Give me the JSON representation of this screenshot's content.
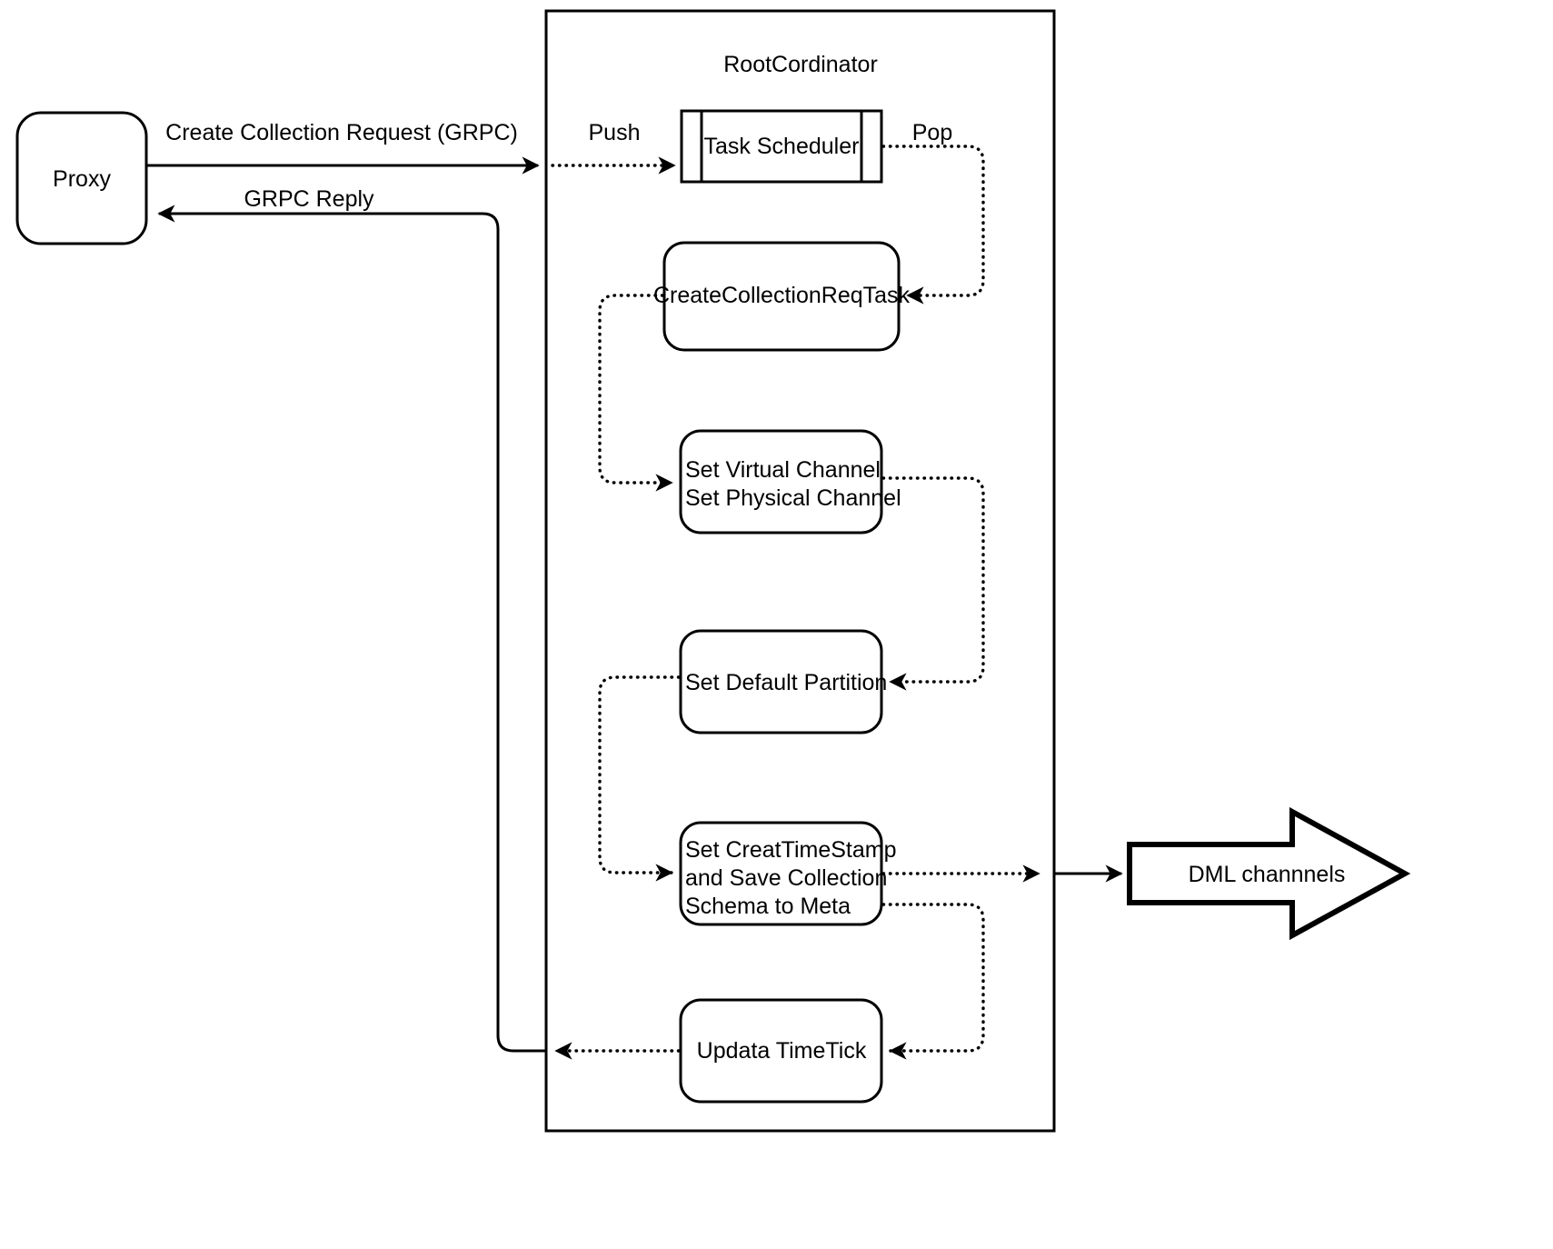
{
  "diagram": {
    "title_node": "RootCordinator",
    "nodes": {
      "proxy": "Proxy",
      "task_scheduler": "Task Scheduler",
      "create_collection_req_task": "CreateCollectionReqTask",
      "set_channel_line1": "Set Virtual Channel",
      "set_channel_line2": "Set Physical Channel",
      "set_default_partition": "Set Default Partition",
      "set_timestamp_line1": "Set CreatTimeStamp",
      "set_timestamp_line2": "and Save Collection",
      "set_timestamp_line3": "Schema to Meta",
      "update_timetick": "Updata TimeTick",
      "dml_channels": "DML channnels"
    },
    "edge_labels": {
      "create_collection_request": "Create Collection Request (GRPC)",
      "grpc_reply": "GRPC Reply",
      "push": "Push",
      "pop": "Pop"
    },
    "colors": {
      "stroke": "#000000",
      "fill": "#ffffff"
    }
  }
}
